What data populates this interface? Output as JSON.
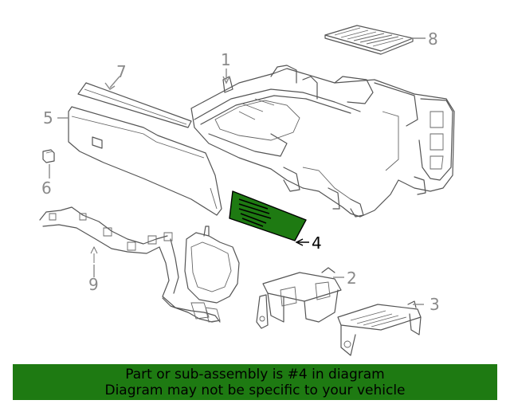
{
  "callouts": {
    "c1": "1",
    "c2": "2",
    "c3": "3",
    "c4": "4",
    "c5": "5",
    "c6": "6",
    "c7": "7",
    "c8": "8",
    "c9": "9"
  },
  "highlight": {
    "part": "4",
    "color": "#1e7a12"
  },
  "banner": {
    "line1": "Part or sub-assembly is #4 in diagram",
    "line2": "Diagram may not be specific to your vehicle",
    "color": "#1e7a12"
  }
}
